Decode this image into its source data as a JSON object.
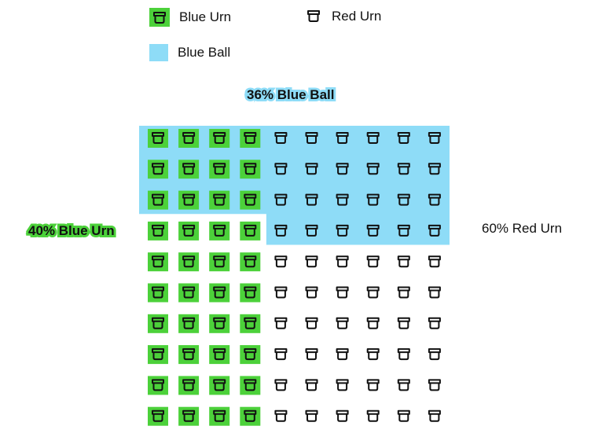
{
  "legend": {
    "blue_urn": "Blue Urn",
    "red_urn": "Red Urn",
    "blue_ball": "Blue Ball"
  },
  "labels": {
    "blue_ball_pct": "36% Blue Ball",
    "blue_urn_pct": "40% Blue Urn",
    "red_urn_pct": "60% Red Urn"
  },
  "colors": {
    "urn_highlight": "#4CD13A",
    "ball_highlight": "#8EDCF7",
    "stroke": "#111111"
  },
  "grid": {
    "rows": 10,
    "cols": 10,
    "blue_urn_cols": 4,
    "blue_ball_count": 36,
    "icon": "urn-icon"
  }
}
